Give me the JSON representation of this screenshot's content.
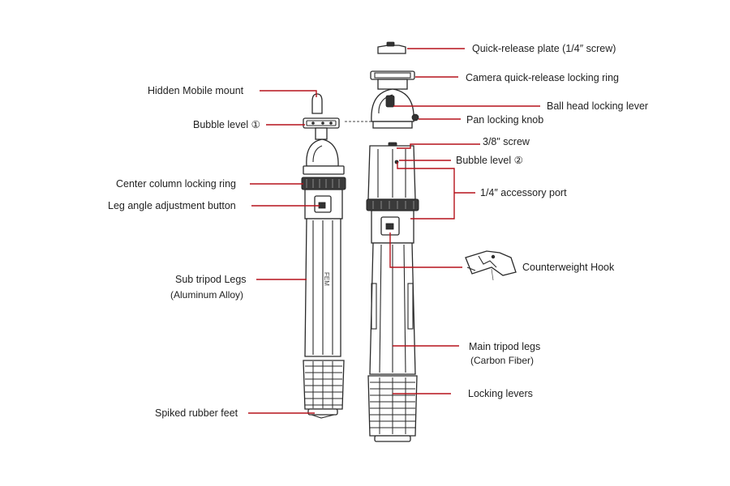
{
  "labels": {
    "quick_release_plate": "Quick-release plate  (1/4″ screw)",
    "camera_locking_ring": "Camera quick-release locking ring",
    "ball_head_lever": "Ball head locking lever",
    "pan_knob": "Pan locking knob",
    "screw_38": "3/8\" screw",
    "bubble_level_2": "Bubble level ②",
    "accessory_port": "1/4″  accessory port",
    "counterweight_hook": "Counterweight Hook",
    "main_legs": "Main tripod legs",
    "main_legs_material": "(Carbon Fiber)",
    "locking_levers": "Locking levers",
    "hidden_mobile_mount": "Hidden Mobile mount",
    "bubble_level_1": "Bubble level ①",
    "center_column_ring": "Center column locking ring",
    "leg_angle_button": "Leg angle adjustment button",
    "sub_legs": "Sub tripod Legs",
    "sub_legs_material": "(Aluminum Alloy)",
    "spiked_feet": "Spiked rubber feet"
  },
  "colors": {
    "leader": "#b5121b",
    "outline": "#2a2a2a",
    "text": "#222222",
    "background": "#ffffff"
  }
}
